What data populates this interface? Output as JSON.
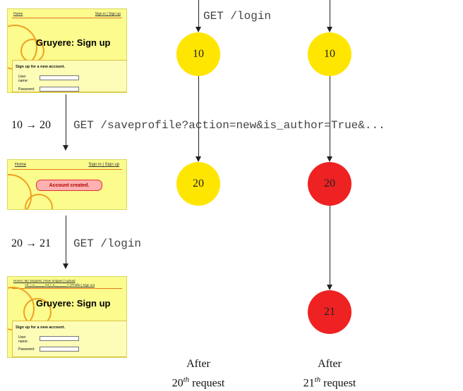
{
  "screens": {
    "s1": {
      "nav_left": "Home",
      "nav_right": "Sign in | Sign up",
      "title": "Gruyere: Sign up",
      "form_heading": "Sign up for a new account.",
      "user_label": "User name:",
      "password_label": "Password:"
    },
    "s2": {
      "nav_left": "Home",
      "nav_right": "Sign in | Sign up",
      "message": "Account created."
    },
    "s3": {
      "nav_line1": "Home | My Snippets | New Snippet | Upload",
      "nav_line2": "<d_i_u______<d_i_u_______> | Profile | Sign out",
      "title": "Gruyere: Sign up",
      "form_heading": "Sign up for a new account.",
      "user_label": "User name:",
      "password_label": "Password:"
    }
  },
  "transitions": [
    {
      "step": "10 → 20",
      "request": "GET /saveprofile?action=new&is_author=True&..."
    },
    {
      "step": "20 → 21",
      "request": "GET /login"
    }
  ],
  "top_request": "GET /login",
  "columns": [
    {
      "nodes": [
        {
          "label": "10",
          "color": "#ffe600"
        },
        {
          "label": "20",
          "color": "#ffe600"
        }
      ],
      "caption_line1": "After",
      "caption_num": "20",
      "caption_sup": "th",
      "caption_rest": "request"
    },
    {
      "nodes": [
        {
          "label": "10",
          "color": "#ffe600"
        },
        {
          "label": "20",
          "color": "#ee2222"
        },
        {
          "label": "21",
          "color": "#ee2222"
        }
      ],
      "caption_line1": "After",
      "caption_num": "21",
      "caption_sup": "th",
      "caption_rest": "request"
    }
  ]
}
